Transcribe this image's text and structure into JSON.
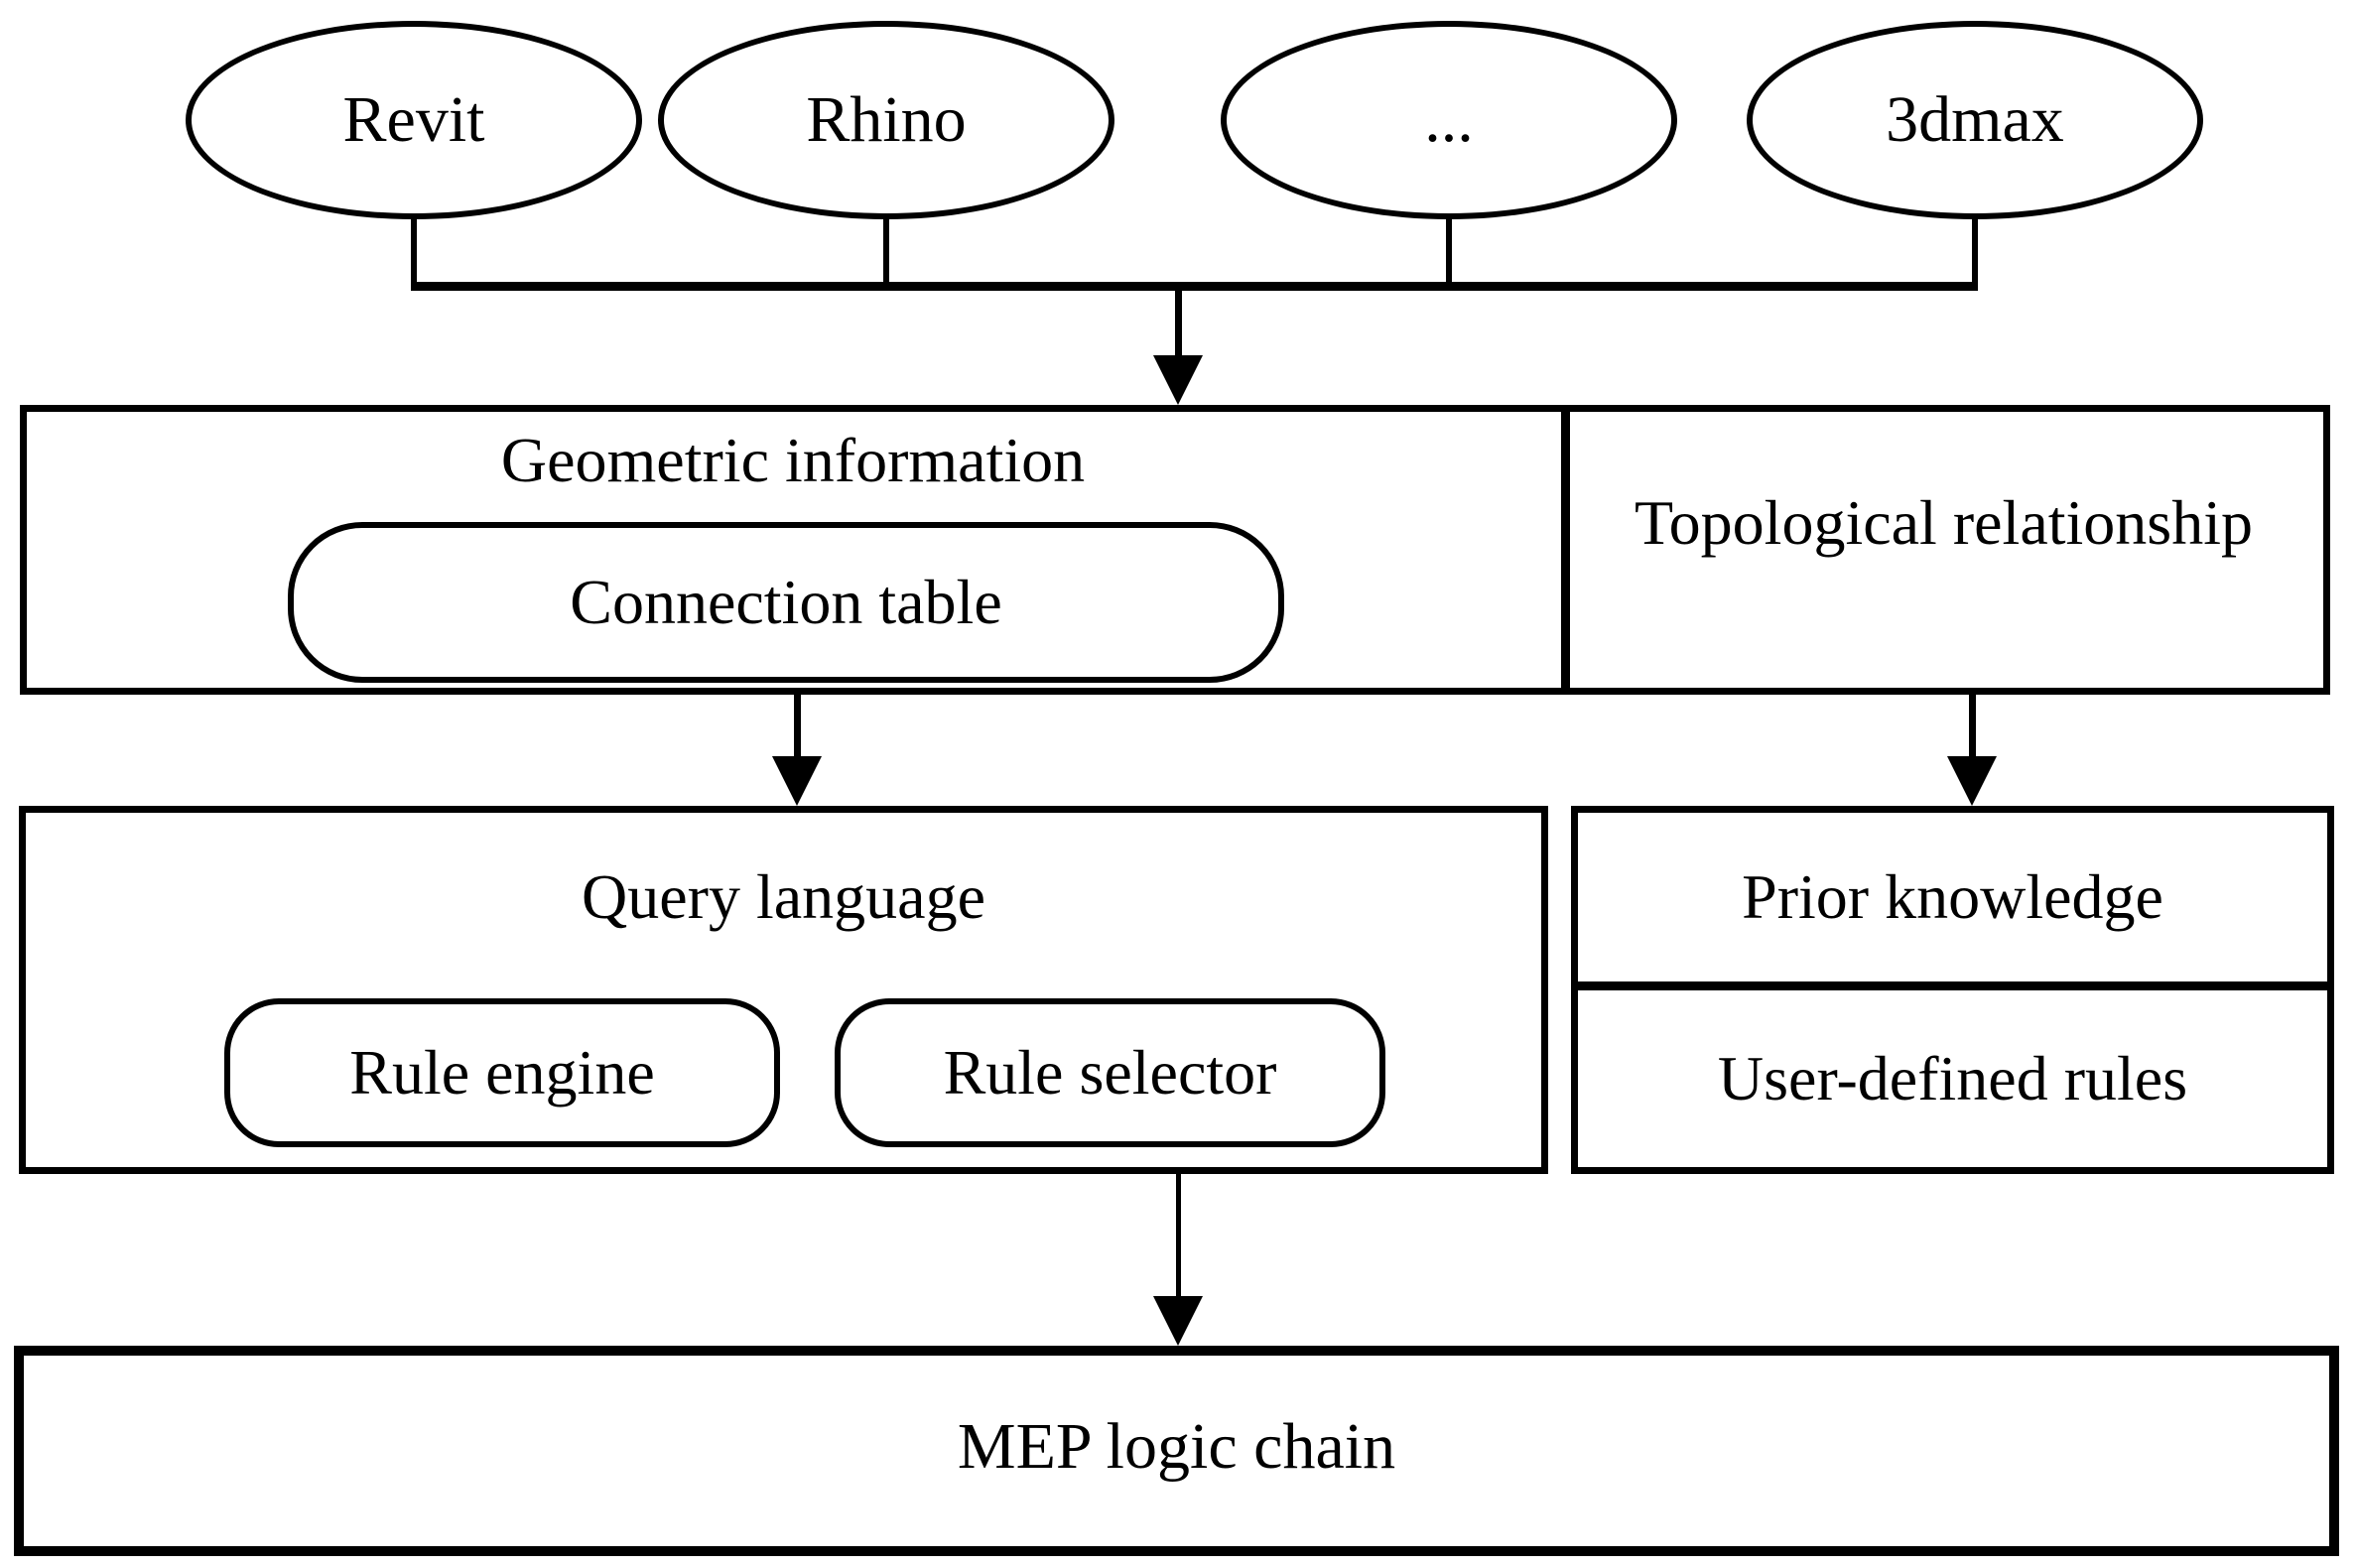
{
  "diagram": {
    "title_semantic": "MEP logic chain derivation flowchart",
    "colors": {
      "line": "#000000",
      "background": "#ffffff"
    },
    "sources": [
      {
        "label": "Revit"
      },
      {
        "label": "Rhino"
      },
      {
        "label": "..."
      },
      {
        "label": "3dmax"
      }
    ],
    "row2": {
      "left_title": "Geometric information",
      "connection_table": "Connection table",
      "right_title": "Topological relationship"
    },
    "row3": {
      "query_title": "Query language",
      "rule_engine": "Rule engine",
      "rule_selector": "Rule selector",
      "prior_knowledge": "Prior knowledge",
      "user_defined_rules": "User-defined rules"
    },
    "output": {
      "label": "MEP logic chain"
    }
  }
}
